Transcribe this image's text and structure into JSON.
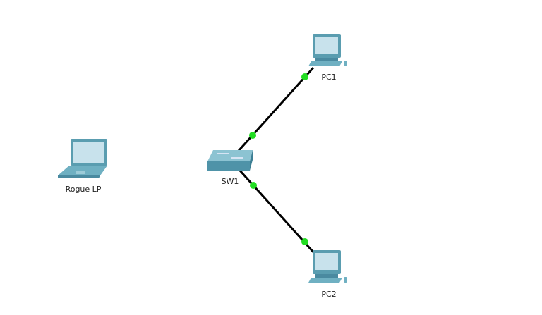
{
  "devices": {
    "pc1": {
      "label": "PC1"
    },
    "pc2": {
      "label": "PC2"
    },
    "sw1": {
      "label": "SW1"
    },
    "rogue": {
      "label": "Rogue LP"
    }
  },
  "colors": {
    "link": "#000000",
    "link_up": "#22dd22",
    "device": "#5a9db0",
    "screen": "#c8e2ec"
  }
}
